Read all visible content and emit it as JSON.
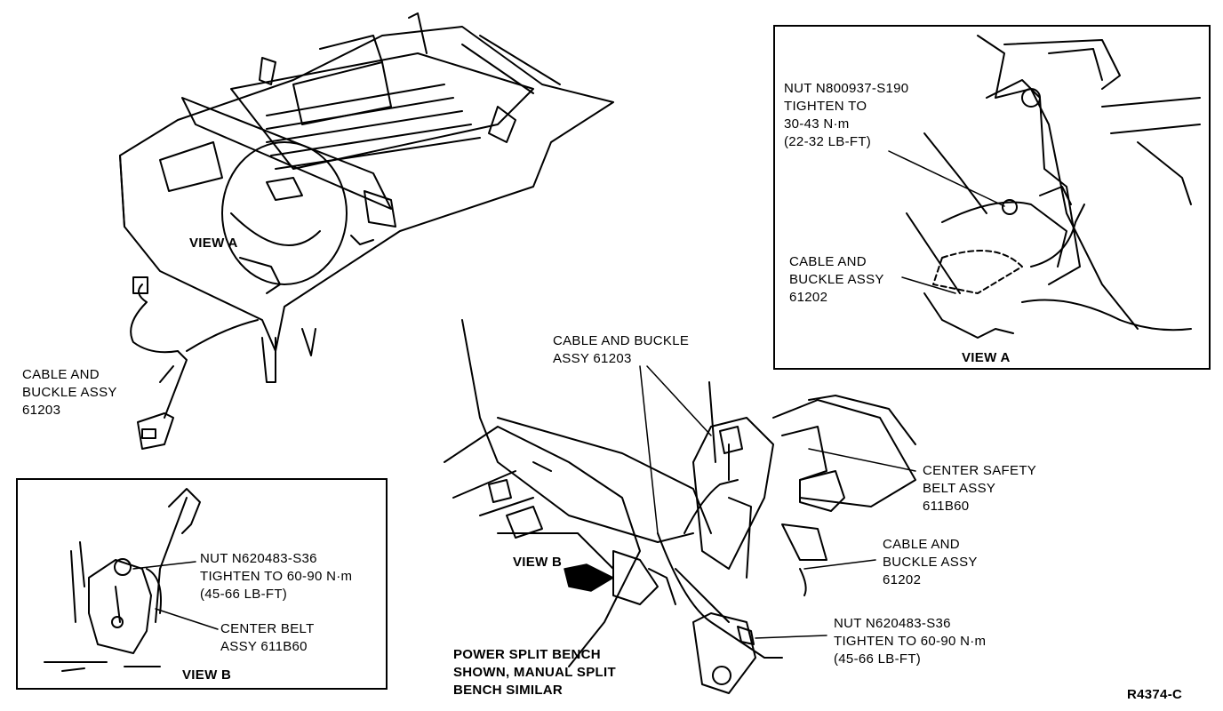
{
  "labels": {
    "view_a_main": "VIEW A",
    "cable_61203_left": [
      "CABLE AND",
      "BUCKLE ASSY",
      "61203"
    ],
    "nut_s190": [
      "NUT N800937-S190",
      "TIGHTEN TO",
      "30-43 N·m",
      "(22-32 LB-FT)"
    ],
    "cable_61202_inset": [
      "CABLE AND",
      "BUCKLE ASSY",
      "61202"
    ],
    "view_a_inset": "VIEW A",
    "cable_61203_center": [
      "CABLE AND BUCKLE",
      "ASSY 61203"
    ],
    "center_safety_belt": [
      "CENTER SAFETY",
      "BELT ASSY",
      "611B60"
    ],
    "cable_61202_right": [
      "CABLE AND",
      "BUCKLE ASSY",
      "61202"
    ],
    "nut_s36_right": [
      "NUT N620483-S36",
      "TIGHTEN TO 60-90 N·m",
      "(45-66 LB-FT)"
    ],
    "view_b_main": "VIEW B",
    "power_split": [
      "POWER SPLIT BENCH",
      "SHOWN, MANUAL SPLIT",
      "BENCH SIMILAR"
    ],
    "nut_s36_inset": [
      "NUT N620483-S36",
      "TIGHTEN TO 60-90 N·m",
      "(45-66 LB-FT)"
    ],
    "center_belt_inset": [
      "CENTER BELT",
      "ASSY 611B60"
    ],
    "view_b_inset": "VIEW B",
    "figure_code": "R4374-C"
  }
}
